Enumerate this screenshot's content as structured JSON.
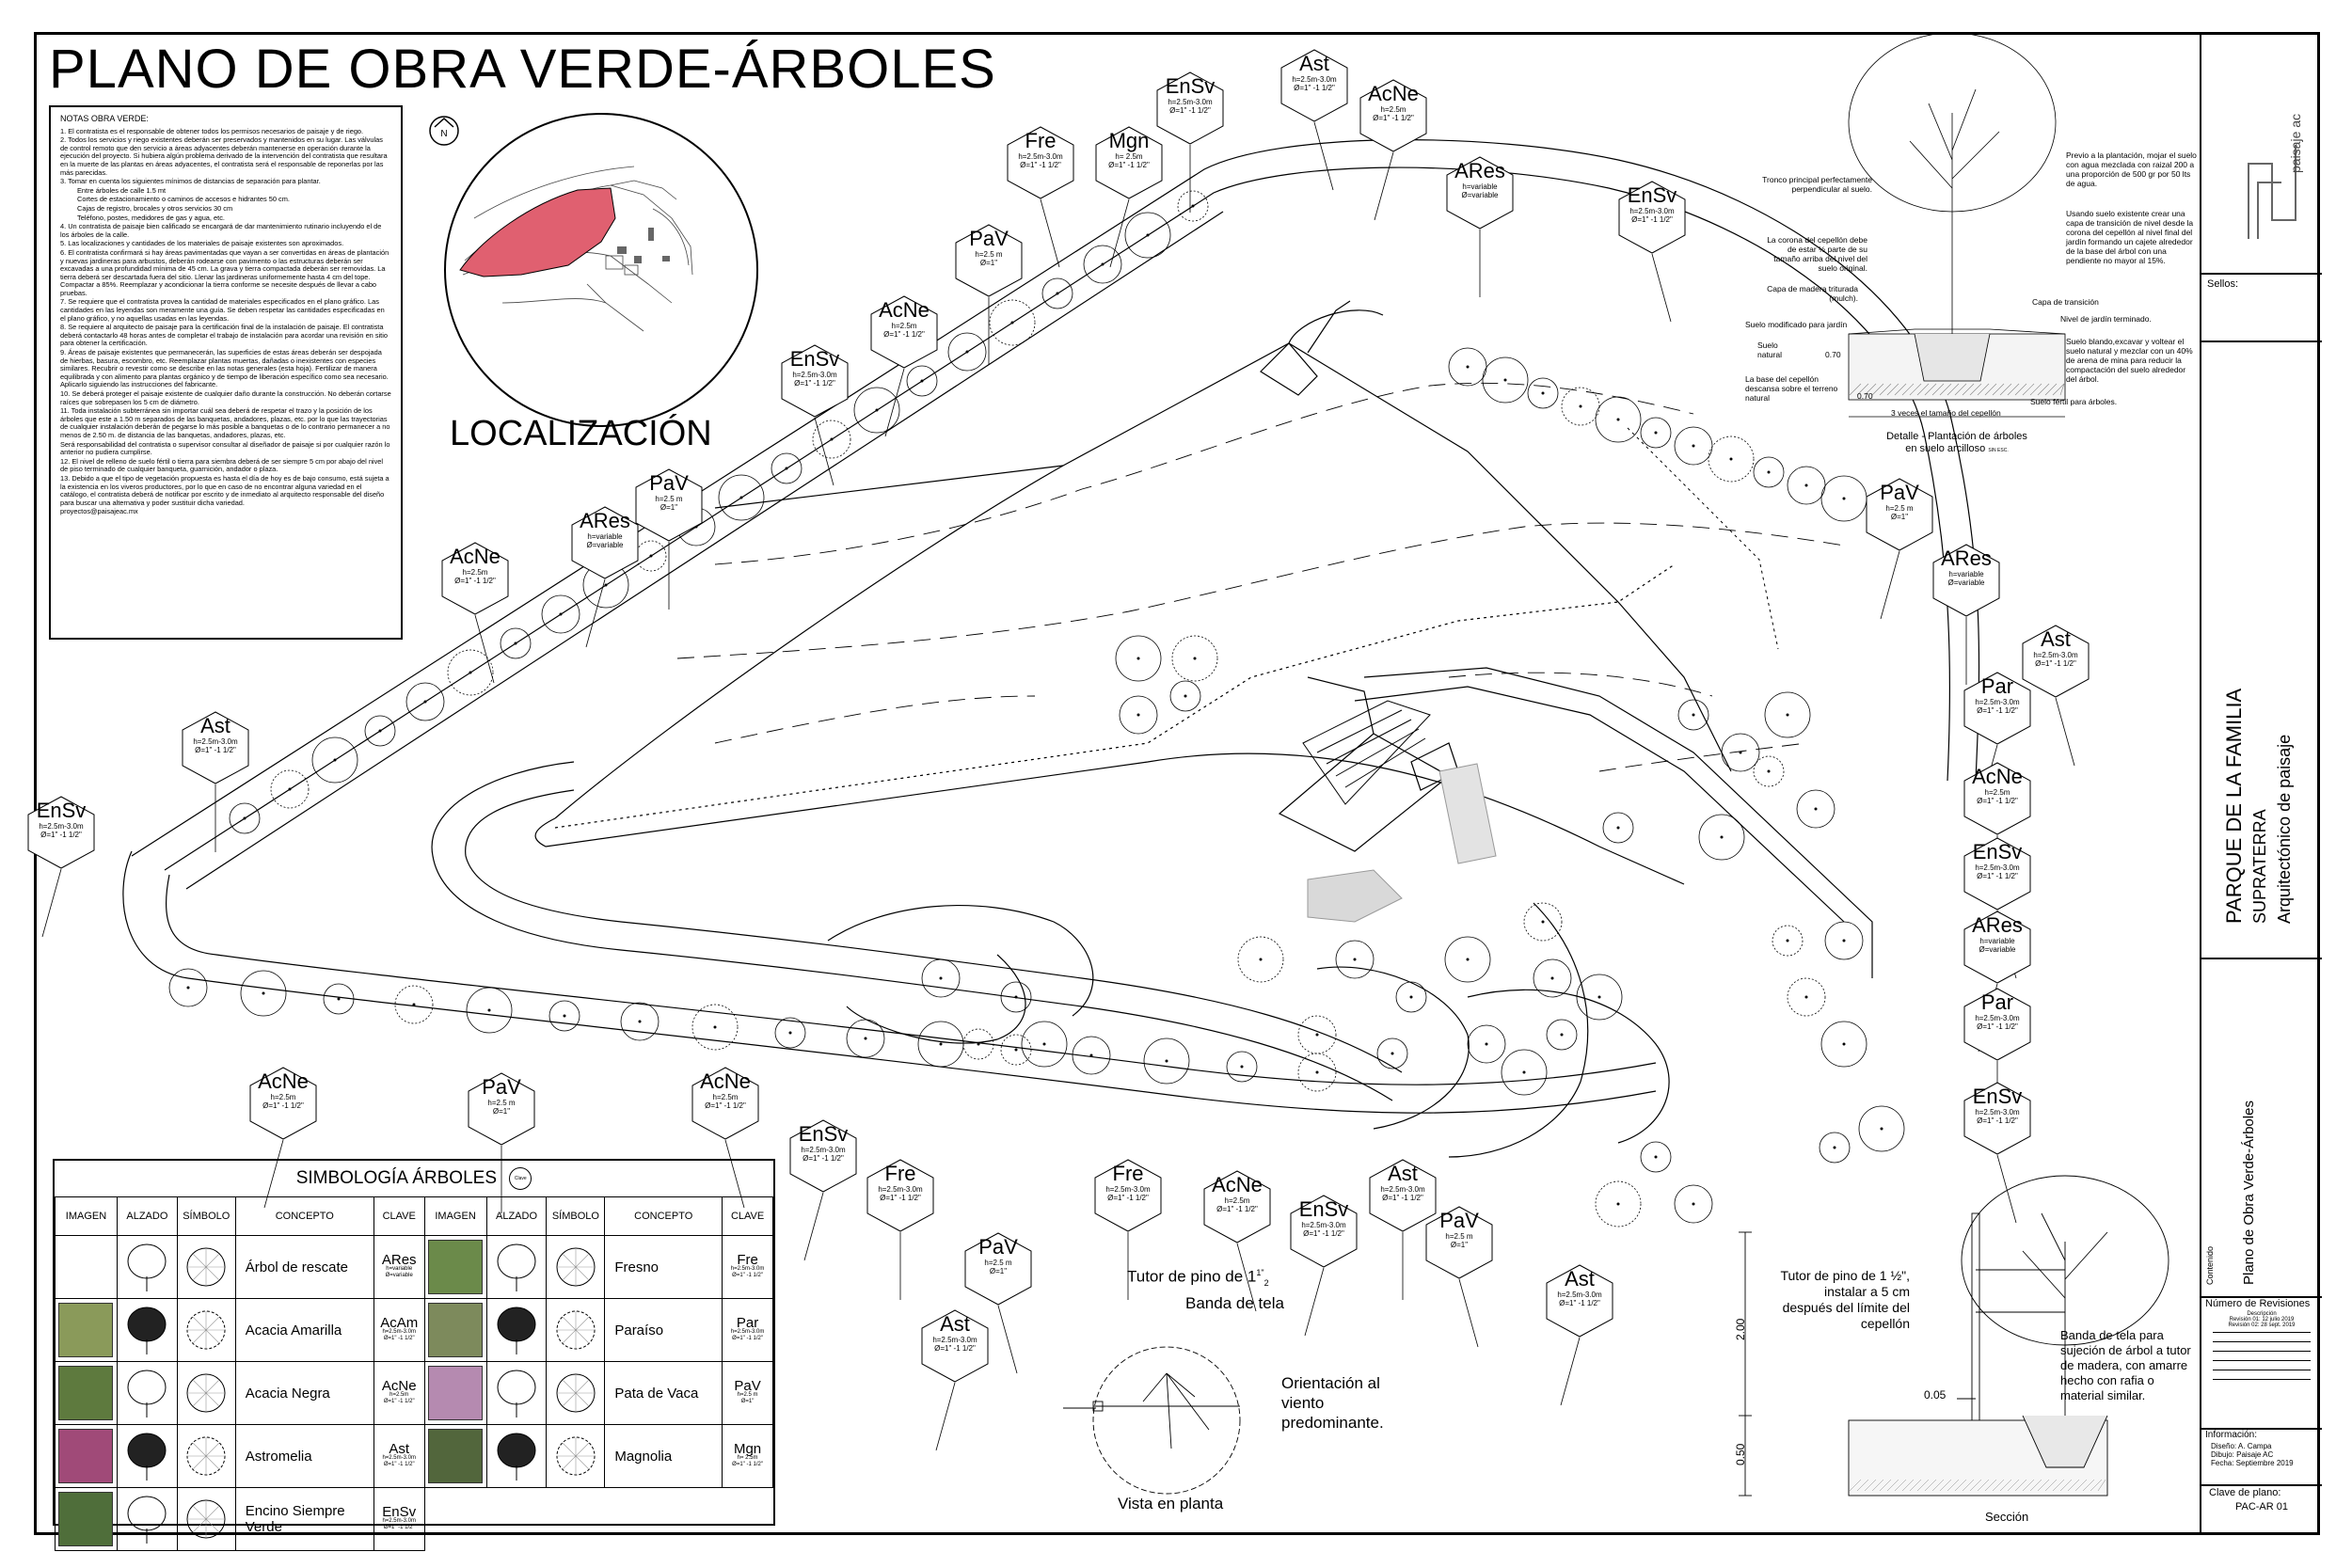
{
  "title": "PLANO DE OBRA VERDE-ÁRBOLES",
  "location_title": "LOCALIZACIÓN",
  "north_label": "N",
  "notes": {
    "heading": "NOTAS OBRA VERDE:",
    "items": [
      "1. El contratista es el responsable de obtener todos los permisos necesarios de paisaje y de riego.",
      "2. Todos los servicios y riego existentes deberán ser preservados y mantenidos en su lugar. Las válvulas de control remoto que den servicio a áreas adyacentes deberán mantenerse en operación durante la ejecución del proyecto. Si hubiera algún problema derivado de la intervención del contratista que resultara en la muerte de las plantas en áreas adyacentes, el contratista será el responsable de reponerlas por las más parecidas.",
      "3. Tomar en cuenta los siguientes mínimos de distancias de separación para plantar.",
      "Entre árboles de calle 1.5 mt",
      "Cortes de estacionamiento o caminos de accesos e hidrantes 50 cm.",
      "Cajas de registro, brocales y otros servicios 30 cm",
      "Teléfono, postes, medidores de gas y agua, etc.",
      "4. Un contratista de paisaje bien calificado se encargará de dar mantenimiento rutinario incluyendo el de los árboles de la calle.",
      "5. Las localizaciones y cantidades de los materiales de paisaje existentes son aproximados.",
      "6. El contratista confirmará si hay áreas pavimentadas que vayan a ser convertidas en áreas de plantación y nuevas jardineras para arbustos, deberán rodearse con pavimento o las estructuras deberán ser excavadas a una profundidad mínima de 45 cm. La grava y tierra compactada deberán ser removidas. La tierra deberá ser descartada fuera del sitio. Llenar las jardineras uniformemente hasta 4 cm del tope. Compactar a 85%. Reemplazar y acondicionar la tierra conforme se necesite después de llevar a cabo pruebas.",
      "7. Se requiere que el contratista provea la cantidad de materiales especificados en el plano gráfico. Las cantidades en las leyendas son meramente una guía. Se deben respetar las cantidades especificadas en el plano gráfico, y no aquellas usadas en las leyendas.",
      "8. Se requiere al arquitecto de paisaje para la certificación final de la instalación de paisaje. El contratista deberá contactarlo 48 horas antes de completar el trabajo de instalación para acordar una revisión en sitio para obtener la certificación.",
      "9. Áreas de paisaje existentes que permanecerán, las superficies de estas áreas deberán ser despojada de hierbas, basura, escombro, etc. Reemplazar plantas muertas, dañadas o inexistentes con especies similares. Recubrir o revestir como se describe en las notas generales (esta hoja). Fertilizar de manera equilibrada y con alimento para plantas orgánico y de tiempo de liberación específico como sea necesario. Aplicarlo siguiendo las instrucciones del fabricante.",
      "10. Se deberá proteger el paisaje existente de cualquier daño durante la construcción. No deberán cortarse raíces que sobrepasen los 5 cm de diámetro.",
      "11. Toda instalación subterránea sin importar cuál sea deberá de respetar el trazo y la posición de los árboles que este a 1.50 m separados de las banquetas, andadores, plazas, etc. por lo que las trayectorias de cualquier instalación deberán de pegarse lo más posible a banquetas o de lo contrario permanecer a no menos de 2.50 m. de distancia de las banquetas, andadores, plazas, etc.",
      "Será responsabilidad del contratista o supervisor consultar al diseñador de paisaje si por cualquier razón lo anterior no pudiera cumplirse.",
      "12. El nivel de relleno de suelo fértil o tierra para siembra deberá de ser siempre 5 cm por abajo del nivel de piso terminado de cualquier banqueta, guarnición, andador o plaza.",
      "13. Debido a que el tipo de vegetación propuesta es hasta el día de hoy es de bajo consumo, está sujeta a la existencia en los viveros productores, por lo que en caso de no encontrar alguna variedad en el catálogo, el contratista deberá de notificar por escrito y de inmediato al arquitecto responsable del diseño para buscar una alternativa y poder sustituir dicha variedad.",
      "proyectos@paisajeac.mx"
    ]
  },
  "tags": [
    {
      "code": "EnSv",
      "l1": "h=2.5m-3.0m",
      "l2": "Ø=1\" -1 1/2\""
    },
    {
      "code": "Ast",
      "l1": "h=2.5m-3.0m",
      "l2": "Ø=1\" -1 1/2\""
    },
    {
      "code": "AcNe",
      "l1": "h=2.5m",
      "l2": "Ø=1\" -1 1/2\""
    },
    {
      "code": "ARes",
      "l1": "h=variable",
      "l2": "Ø=variable"
    },
    {
      "code": "PaV",
      "l1": "h=2.5 m",
      "l2": "Ø=1\""
    },
    {
      "code": "EnSv",
      "l1": "h=2.5m-3.0m",
      "l2": "Ø=1\" -1 1/2\""
    },
    {
      "code": "AcNe",
      "l1": "h=2.5m",
      "l2": "Ø=1\" -1 1/2\""
    },
    {
      "code": "PaV",
      "l1": "h=2.5 m",
      "l2": "Ø=1\""
    },
    {
      "code": "Fre",
      "l1": "h=2.5m-3.0m",
      "l2": "Ø=1\" -1 1/2\""
    },
    {
      "code": "Mgn",
      "l1": "h= 2.5m",
      "l2": "Ø=1\" -1 1/2\""
    },
    {
      "code": "EnSv",
      "l1": "h=2.5m-3.0m",
      "l2": "Ø=1\" -1 1/2\""
    },
    {
      "code": "Ast",
      "l1": "h=2.5m-3.0m",
      "l2": "Ø=1\" -1 1/2\""
    },
    {
      "code": "AcNe",
      "l1": "h=2.5m",
      "l2": "Ø=1\" -1 1/2\""
    },
    {
      "code": "ARes",
      "l1": "h=variable",
      "l2": "Ø=variable"
    },
    {
      "code": "EnSv",
      "l1": "h=2.5m-3.0m",
      "l2": "Ø=1\" -1 1/2\""
    },
    {
      "code": "PaV",
      "l1": "h=2.5 m",
      "l2": "Ø=1\""
    },
    {
      "code": "ARes",
      "l1": "h=variable",
      "l2": "Ø=variable"
    },
    {
      "code": "Ast",
      "l1": "h=2.5m-3.0m",
      "l2": "Ø=1\" -1 1/2\""
    },
    {
      "code": "Par",
      "l1": "h=2.5m-3.0m",
      "l2": "Ø=1\" -1 1/2\""
    },
    {
      "code": "AcNe",
      "l1": "h=2.5m",
      "l2": "Ø=1\" -1 1/2\""
    },
    {
      "code": "EnSv",
      "l1": "h=2.5m-3.0m",
      "l2": "Ø=1\" -1 1/2\""
    },
    {
      "code": "ARes",
      "l1": "h=variable",
      "l2": "Ø=variable"
    },
    {
      "code": "Par",
      "l1": "h=2.5m-3.0m",
      "l2": "Ø=1\" -1 1/2\""
    },
    {
      "code": "EnSv",
      "l1": "h=2.5m-3.0m",
      "l2": "Ø=1\" -1 1/2\""
    },
    {
      "code": "AcNe",
      "l1": "h=2.5m",
      "l2": "Ø=1\" -1 1/2\""
    },
    {
      "code": "PaV",
      "l1": "h=2.5 m",
      "l2": "Ø=1\""
    },
    {
      "code": "AcNe",
      "l1": "h=2.5m",
      "l2": "Ø=1\" -1 1/2\""
    },
    {
      "code": "EnSv",
      "l1": "h=2.5m-3.0m",
      "l2": "Ø=1\" -1 1/2\""
    },
    {
      "code": "Fre",
      "l1": "h=2.5m-3.0m",
      "l2": "Ø=1\" -1 1/2\""
    },
    {
      "code": "PaV",
      "l1": "h=2.5 m",
      "l2": "Ø=1\""
    },
    {
      "code": "Ast",
      "l1": "h=2.5m-3.0m",
      "l2": "Ø=1\" -1 1/2\""
    },
    {
      "code": "Fre",
      "l1": "h=2.5m-3.0m",
      "l2": "Ø=1\" -1 1/2\""
    },
    {
      "code": "AcNe",
      "l1": "h=2.5m",
      "l2": "Ø=1\" -1 1/2\""
    },
    {
      "code": "EnSv",
      "l1": "h=2.5m-3.0m",
      "l2": "Ø=1\" -1 1/2\""
    },
    {
      "code": "Ast",
      "l1": "h=2.5m-3.0m",
      "l2": "Ø=1\" -1 1/2\""
    },
    {
      "code": "PaV",
      "l1": "h=2.5 m",
      "l2": "Ø=1\""
    },
    {
      "code": "Ast",
      "l1": "h=2.5m-3.0m",
      "l2": "Ø=1\" -1 1/2\""
    }
  ],
  "legend": {
    "title": "SIMBOLOGÍA ÁRBOLES",
    "clave_tag": "Clave",
    "headers": [
      "IMAGEN",
      "ALZADO",
      "SÍMBOLO",
      "CONCEPTO",
      "CLAVE"
    ],
    "left_rows": [
      {
        "concept": "Árbol de rescate",
        "code": "ARes",
        "l1": "h=variable",
        "l2": "Ø=variable",
        "photo": "#ffffff"
      },
      {
        "concept": "Acacia Amarilla",
        "code": "AcAm",
        "l1": "h=2.5m-3.0m",
        "l2": "Ø=1\" -1 1/2\"",
        "photo": "#8a9a5a"
      },
      {
        "concept": "Acacia Negra",
        "code": "AcNe",
        "l1": "h=2.5m",
        "l2": "Ø=1\" -1 1/2\"",
        "photo": "#5e7a3e"
      },
      {
        "concept": "Astromelia",
        "code": "Ast",
        "l1": "h=2.5m-3.0m",
        "l2": "Ø=1\" -1 1/2\"",
        "photo": "#a04a78"
      },
      {
        "concept": "Encino Siempre Verde",
        "code": "EnSv",
        "l1": "h=2.5m-3.0m",
        "l2": "Ø=1\" -1 1/2\"",
        "photo": "#4f6e3a"
      }
    ],
    "right_rows": [
      {
        "concept": "Fresno",
        "code": "Fre",
        "l1": "h=2.5m-3.0m",
        "l2": "Ø=1\" -1 1/2\"",
        "photo": "#6b8a4a"
      },
      {
        "concept": "Paraíso",
        "code": "Par",
        "l1": "h=2.5m-3.0m",
        "l2": "Ø=1\" -1 1/2\"",
        "photo": "#7d8a5c"
      },
      {
        "concept": "Pata de Vaca",
        "code": "PaV",
        "l1": "h=2.5 m",
        "l2": "Ø=1\"",
        "photo": "#b58ab0"
      },
      {
        "concept": "Magnolia",
        "code": "Mgn",
        "l1": "h= 2.5m",
        "l2": "Ø=1\" -1 1/2\"",
        "photo": "#52663c"
      }
    ]
  },
  "detail_planting": {
    "caption1": "Detalle - Plantación de árboles",
    "caption2": "en suelo arcilloso",
    "scale": "SIN ESC.",
    "notes": [
      "Tronco principal perfectamente perpendicular al suelo.",
      "La corona del cepellón debe de estar ½ parte de su tamaño arriba del nivel del suelo original.",
      "Capa de madera triturada (mulch).",
      "Suelo modificado para jardín",
      "Suelo natural",
      "La base del cepellón descansa sobre el terreno natural",
      "Previo a la plantación, mojar el suelo con agua mezclada con raizal 200 a una proporción de 500 gr por 50 lts de agua.",
      "Usando suelo existente crear una capa de transición de nivel desde la corona del cepellón al nivel final del jardín formando un cajete alrededor de la base del árbol con una pendiente no mayor al 15%.",
      "Capa de transición",
      "Nivel de jardín terminado.",
      "Suelo blando,excavar y voltear el suelo natural y mezclar con un 40% de arena de mina para reducir la compactación del suelo alrededor del árbol.",
      "Suelo fértil para árboles.",
      "3 veces el tamaño del cepellón"
    ],
    "dim1": "0.70",
    "dim2": "0.70"
  },
  "detail_tutor": {
    "label_tutor": "Tutor de pino de 1",
    "label_tutor_frac": "1\"",
    "label_tutor_den": "2",
    "label_banda": "Banda de tela",
    "label_orient": "Orientación al viento predominante.",
    "label_vista": "Vista en planta",
    "section_tutor": "Tutor de pino de 1 ½\", instalar a 5 cm después del límite del cepellón",
    "section_banda": "Banda de tela para sujeción de árbol a tutor de madera, con amarre hecho con rafia o material similar.",
    "dim_200": "2.00",
    "dim_050": "0.50",
    "dim_005": "0.05",
    "section_label": "Sección"
  },
  "title_block": {
    "logo_text": "paisaje ac",
    "sellos": "Sellos:",
    "project": "PARQUE DE LA FAMILIA",
    "client": "SUPRATERRA",
    "discipline": "Arquitectónico de paisaje",
    "contenido_label": "Contenido",
    "contenido": "Plano de Obra Verde-Árboles",
    "revisiones_label": "Número de Revisiones",
    "revisiones_sub": "Descripción",
    "revisiones": [
      "Revisión 01: 12 julio 2019",
      "Revisión 02: 28 sept. 2019"
    ],
    "info_label": "Información:",
    "diseno": "Diseño: A. Campa",
    "dibujo": "Dibujo: Paisaje AC",
    "fecha": "Fecha: Septiembre 2019",
    "clave_label": "Clave de plano:",
    "clave": "PAC-AR 01"
  },
  "colors": {
    "highlight": "#e06070",
    "hatch": "#d9d9d9"
  }
}
